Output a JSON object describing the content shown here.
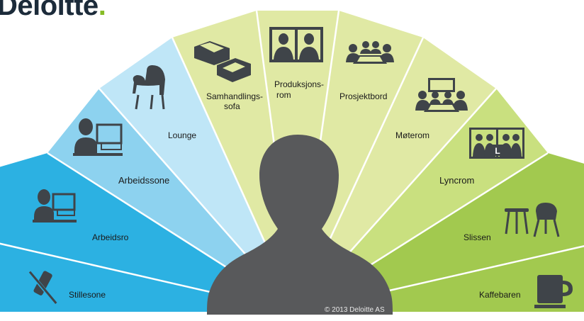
{
  "logo": {
    "word": "Deloitte",
    "dot": "."
  },
  "copyright": "© 2013 Deloitte AS",
  "colors": {
    "blue_dark": "#2cb1e2",
    "blue_mid": "#8dd2ef",
    "blue_light": "#bfe6f7",
    "yellow": "#e0e9a4",
    "green_light": "#c9e07f",
    "green": "#a2c94f",
    "icon": "#3f4449"
  },
  "segments": [
    {
      "id": "stillesone",
      "label": "Stillesone",
      "icon": "no-phone-icon",
      "color": "#2cb1e2"
    },
    {
      "id": "arbeidsro",
      "label": "Arbeidsro",
      "icon": "person-at-desk-icon",
      "color": "#2cb1e2"
    },
    {
      "id": "arbeidssone",
      "label": "Arbeidssone",
      "icon": "person-at-desk-icon",
      "color": "#8dd2ef"
    },
    {
      "id": "lounge",
      "label": "Lounge",
      "icon": "armchair-icon",
      "color": "#bfe6f7"
    },
    {
      "id": "samhandlingssofa",
      "label_lines": [
        "Samhandlings-",
        "sofa"
      ],
      "icon": "sofa-icon",
      "color": "#e0e9a4"
    },
    {
      "id": "produksjonsrom",
      "label_lines": [
        "Produksjons-",
        "rom"
      ],
      "icon": "two-screens-icon",
      "color": "#e0e9a4"
    },
    {
      "id": "prosjektbord",
      "label": "Prosjektbord",
      "icon": "project-table-icon",
      "color": "#e0e9a4"
    },
    {
      "id": "moterom",
      "label": "Møterom",
      "icon": "meeting-table-icon",
      "color": "#e0e9a4"
    },
    {
      "id": "lyncrom",
      "label": "Lyncrom",
      "icon": "video-conference-icon",
      "icon_letter": "L",
      "color": "#c9e07f"
    },
    {
      "id": "slissen",
      "label": "Slissen",
      "icon": "table-and-chair-icon",
      "color": "#a2c94f"
    },
    {
      "id": "kaffebaren",
      "label": "Kaffebaren",
      "icon": "coffee-cup-icon",
      "color": "#a2c94f"
    }
  ]
}
